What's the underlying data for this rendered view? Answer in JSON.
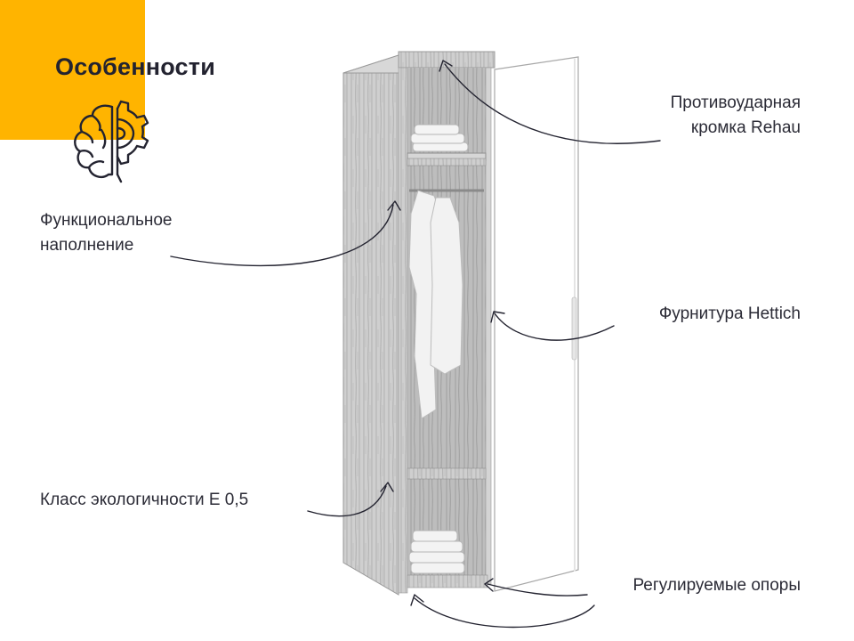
{
  "header": {
    "title": "Особенности"
  },
  "icons": {
    "logo": "brain-gear-icon"
  },
  "colors": {
    "accent": "#ffb400",
    "text": "#2b2b36",
    "wood": "#c9c9c9",
    "door": "#ffffff"
  },
  "features": {
    "rehau": {
      "line1": "Противоударная",
      "line2": "кромка Rehau"
    },
    "functional": {
      "line1": "Функциональное",
      "line2": "наполнение"
    },
    "hettich": "Фурнитура Hettich",
    "eco": "Класс экологичности Е 0,5",
    "supports": "Регулируемые опоры"
  }
}
